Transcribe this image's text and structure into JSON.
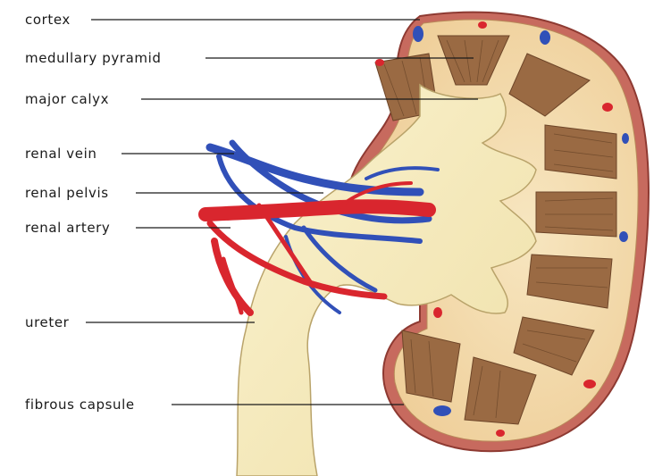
{
  "labels": {
    "cortex": "cortex",
    "medullary_pyramid": "medullary pyramid",
    "major_calyx": "major calyx",
    "renal_vein": "renal vein",
    "renal_pelvis": "renal pelvis",
    "renal_artery": "renal artery",
    "ureter": "ureter",
    "fibrous_capsule": "fibrous capsule"
  },
  "colors": {
    "capsule": "#b8574f",
    "cortex": "#f3dcb0",
    "pyramid": "#9a6a43",
    "pelvis": "#f6ecbf",
    "artery": "#d9262e",
    "vein": "#3150b8"
  }
}
